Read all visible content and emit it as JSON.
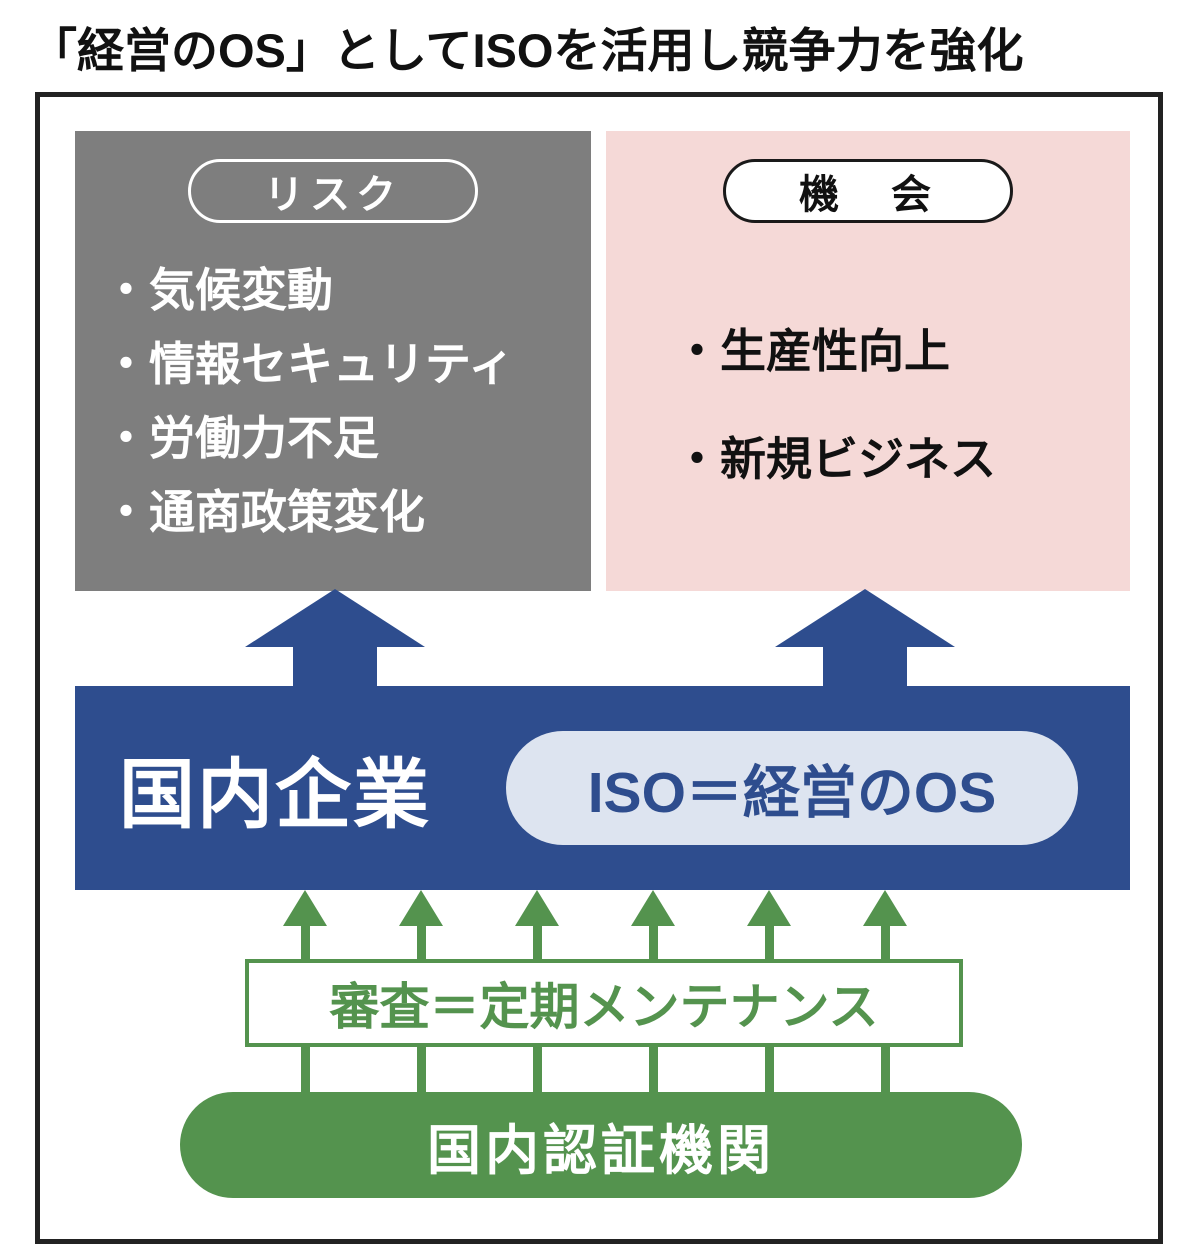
{
  "title": "「経営のOS」としてISOを活用し競争力を強化",
  "risk": {
    "label": "リスク",
    "items": [
      "・気候変動",
      "・情報セキュリティ",
      "・労働力不足",
      "・通商政策変化"
    ]
  },
  "opportunity": {
    "label": "機　会",
    "items": [
      "・生産性向上",
      "・新規ビジネス"
    ]
  },
  "company": {
    "label": "国内企業",
    "pill": "ISO＝経営のOS"
  },
  "audit": {
    "label": "審査＝定期メンテナンス"
  },
  "certifier": {
    "label": "国内認証機関"
  },
  "colors": {
    "gray": "#7e7e7e",
    "pink": "#f5d9d7",
    "blue": "#2e4d8e",
    "lightblue": "#dde4f0",
    "green": "#54934e"
  }
}
